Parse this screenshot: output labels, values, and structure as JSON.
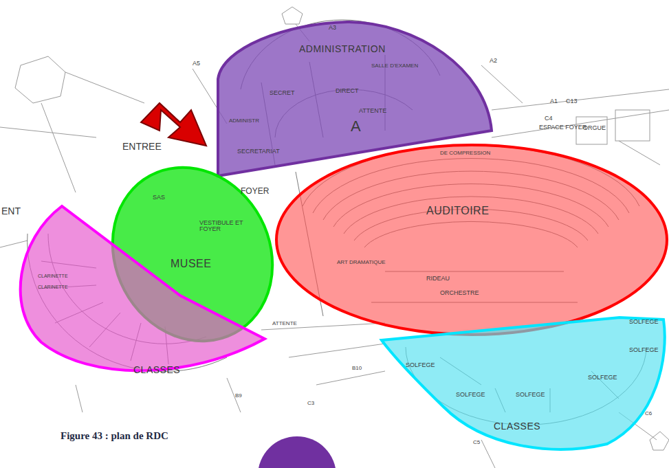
{
  "diagram": {
    "caption": "Figure 43 : plan de RDC",
    "nodes": [
      {
        "text": [
          "ADMINISTRATION"
        ]
      },
      {
        "text": [
          "AUDITOIRE"
        ]
      },
      {
        "text": [
          "MUSEE"
        ]
      },
      {
        "text": [
          "CLASSES"
        ]
      },
      {
        "text": [
          "CLASSES"
        ]
      }
    ],
    "labels": [
      "A3",
      "A5",
      "A2",
      "A1",
      "C13",
      "SALLE D'EXAMEN",
      "SECRET",
      "DIRECT",
      "ATTENTE",
      "ADMINISTR",
      "A",
      "SECRETARIAT",
      "ENTREE",
      "FOYER",
      "C4",
      "ESPACE FOYER",
      "ORGUE",
      "DE COMPRESSION",
      "SAS",
      "VESTIBULE ET FOYER",
      "ART DRAMATIQUE",
      "RIDEAU",
      "ORCHESTRE",
      "ATTENTE",
      "ENT",
      "CLARINETTE",
      "CLARINETTE",
      "SOLFEGE",
      "SOLFEGE",
      "SOLFEGE",
      "SOLFEGE",
      "SOLFEGE",
      "SOLFEGE",
      "B10",
      "C3",
      "B9",
      "C5",
      "C6"
    ]
  }
}
